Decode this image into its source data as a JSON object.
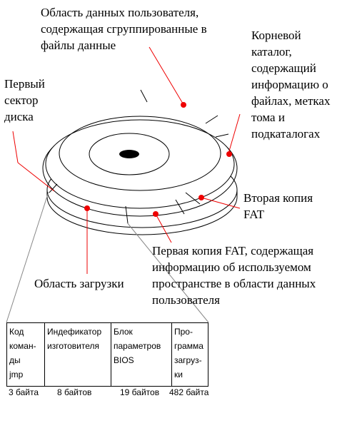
{
  "labels": {
    "user_data": "Область данных пользователя,\nсодержащая сгруппированные в\nфайлы данные",
    "root_dir": "Корневой\nкаталог,\nсодержащий\nинформацию о\nфайлах, метках\nтома и\nподкаталогах",
    "first_sector": "Первый\nсектор\nдиска",
    "fat2": "Вторая копия\nFAT",
    "fat1": "Первая копия FAT, содержащая\nинформацию об используемом\nпространстве в области данных\nпользователя",
    "boot_area": "Область загрузки"
  },
  "boot_table": {
    "cells": [
      {
        "text": "Код\nкоман-\nды\njmp",
        "size": "3 байта"
      },
      {
        "text": "Индефикатор\nизготовителя",
        "size": "8 байтов"
      },
      {
        "text": "Блок\nпараметров\nBIOS",
        "size": "19 байтов"
      },
      {
        "text": "Про-\nграмма\nзагруз-\nки",
        "size": "482 байта"
      }
    ]
  },
  "colors": {
    "marker": "#ee0000",
    "outline": "#000000",
    "pointer": "#888888"
  }
}
